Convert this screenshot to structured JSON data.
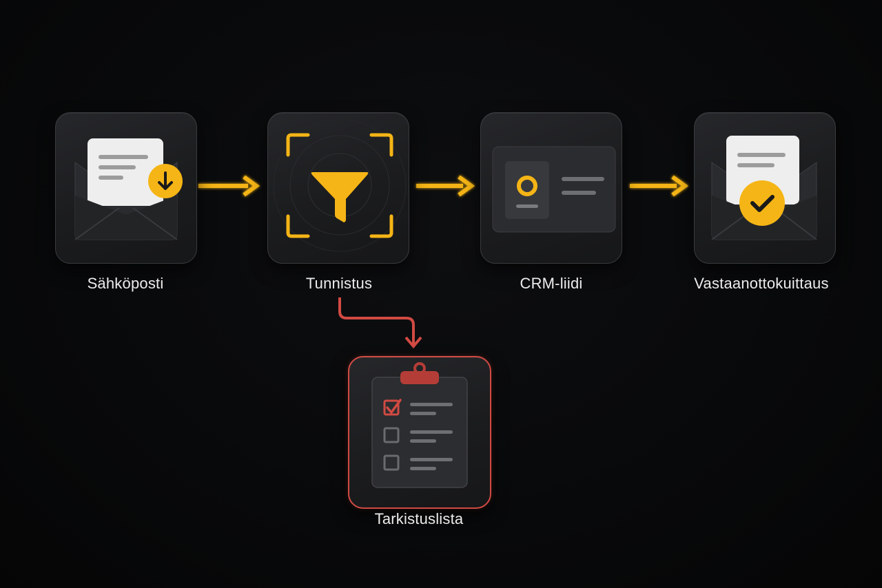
{
  "steps": {
    "email": {
      "label": "Sähköposti",
      "icon": "email-inbox-icon"
    },
    "detection": {
      "label": "Tunnistus",
      "icon": "filter-funnel-icon"
    },
    "crm": {
      "label": "CRM-liidi",
      "icon": "contact-card-icon"
    },
    "receipt": {
      "label": "Vastaanottokuittaus",
      "icon": "email-confirmation-icon"
    },
    "checklist": {
      "label": "Tarkistuslista",
      "icon": "clipboard-checklist-icon"
    }
  },
  "colors": {
    "accent": "#f5b516",
    "alert": "#d24a43",
    "tile": "#1f2022",
    "text": "#ececec"
  }
}
